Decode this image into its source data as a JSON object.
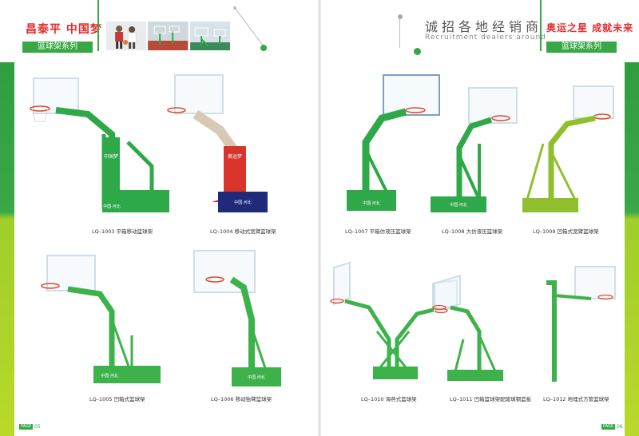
{
  "left_page": {
    "brand": "昌泰平 中国梦",
    "series_label": "篮球架系列",
    "page_label": "PAGE",
    "page_number": "05"
  },
  "right_page": {
    "recruit_cn": "诚招各地经销商",
    "recruit_en": "Recruitment dealers around",
    "tagline": "奥运之星 成就未来",
    "series_label": "篮球架系列",
    "page_label": "PAGE",
    "page_number": "06"
  },
  "products": [
    {
      "caption": "LQ–1003 平箱移动篮球架",
      "print": "中国梦",
      "base_print": "中国·河北",
      "color": "#2fa84a"
    },
    {
      "caption": "LQ–1004 移动式宽臂篮球架",
      "print": "奥运梦",
      "base_print": "中国·河北",
      "color": "#d9342b"
    },
    {
      "caption": "LQ–1007 平箱仿液压篮球架",
      "print": "",
      "base_print": "中国·河北",
      "color": "#2fa84a"
    },
    {
      "caption": "LQ–1008 大仿液压篮球架",
      "print": "",
      "base_print": "中国·河北",
      "color": "#2fa84a"
    },
    {
      "caption": "LQ–1009 凹箱式宽臂篮球架",
      "print": "",
      "base_print": "",
      "color": "#8fbf2d"
    },
    {
      "caption": "LQ–1005 凹箱式篮球架",
      "print": "",
      "base_print": "中国·河北",
      "color": "#3db24a"
    },
    {
      "caption": "LQ–1006 移动独臂篮球架",
      "print": "",
      "base_print": "中国·河北",
      "color": "#3db24a"
    },
    {
      "caption": "LQ–1010 海燕式篮球架",
      "print": "",
      "base_print": "",
      "color": "#3db24a"
    },
    {
      "caption": "LQ–1011 凹箱篮球架配玻璃钢篮板",
      "print": "",
      "base_print": "",
      "color": "#3db24a"
    },
    {
      "caption": "LQ–1012 地埋式方管篮球架",
      "print": "",
      "base_print": "",
      "color": "#3db24a"
    }
  ]
}
